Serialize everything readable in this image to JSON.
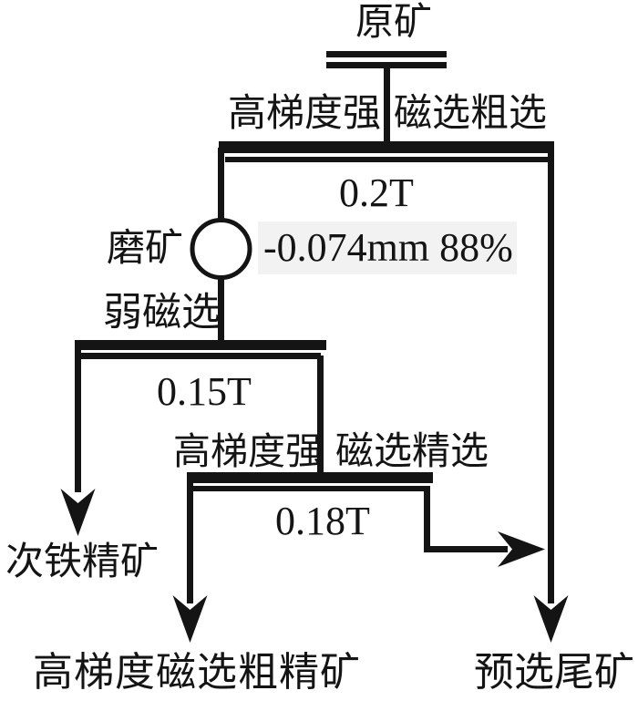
{
  "page": {
    "background": "#ffffff",
    "line_color": "#141414"
  },
  "flowsheet": {
    "feed_label": "原矿",
    "rougher": {
      "label_left": "高梯度强",
      "label_right": "磁选粗选",
      "field_strength": "0.2T"
    },
    "grinding": {
      "label": "磨矿",
      "fineness": "-0.074mm 88%"
    },
    "weak_magnetic": {
      "label": "弱磁选",
      "field_strength": "0.15T"
    },
    "cleaner": {
      "label_left": "高梯度强",
      "label_right": "磁选精选",
      "field_strength": "0.18T"
    },
    "products": {
      "left": "次铁精矿",
      "middle": "高梯度磁选粗精矿",
      "right": "预选尾矿"
    }
  }
}
